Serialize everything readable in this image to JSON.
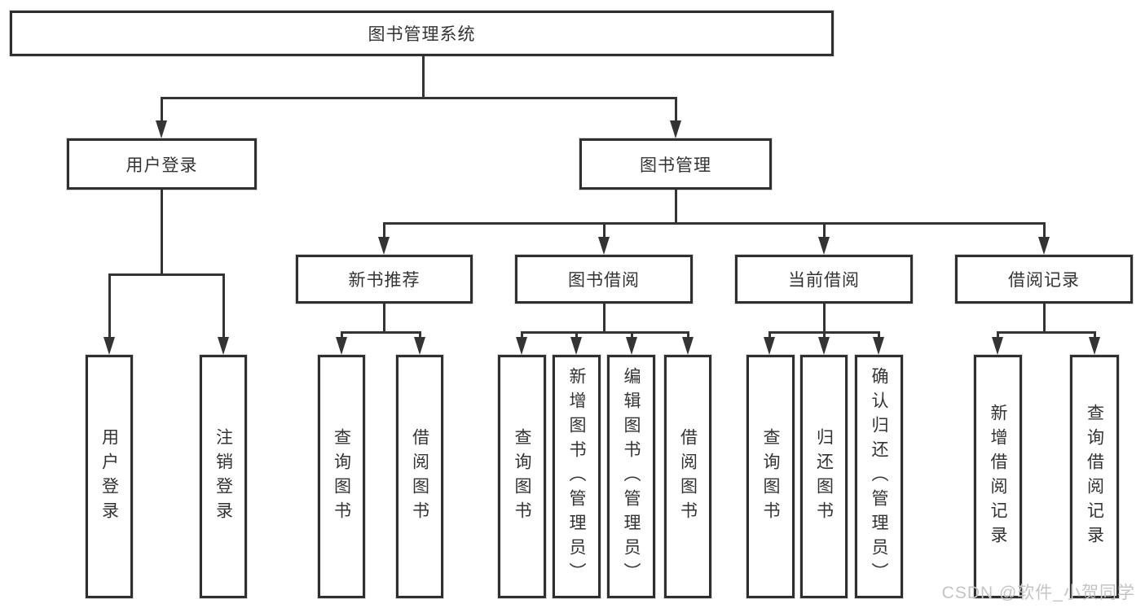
{
  "diagram": {
    "root": {
      "label": "图书管理系统"
    },
    "level2": [
      {
        "label": "用户登录"
      },
      {
        "label": "图书管理"
      }
    ],
    "level3": [
      {
        "label": "新书推荐"
      },
      {
        "label": "图书借阅"
      },
      {
        "label": "当前借阅"
      },
      {
        "label": "借阅记录"
      }
    ],
    "leaves": {
      "user_login": [
        {
          "label": "用户登录"
        },
        {
          "label": "注销登录"
        }
      ],
      "new_book": [
        {
          "label": "查询图书"
        },
        {
          "label": "借阅图书"
        }
      ],
      "book_borrow": [
        {
          "label": "查询图书"
        },
        {
          "label": "新增图书（管理员）"
        },
        {
          "label": "编辑图书（管理员）"
        },
        {
          "label": "借阅图书"
        }
      ],
      "current_borrow": [
        {
          "label": "查询图书"
        },
        {
          "label": "归还图书"
        },
        {
          "label": "确认归还（管理员）"
        }
      ],
      "borrow_records": [
        {
          "label": "新增借阅记录"
        },
        {
          "label": "查询借阅记录"
        }
      ]
    },
    "watermark": "CSDN @软件_小贺同学",
    "colors": {
      "line": "#343434",
      "box_border": "#2f2f2f",
      "text": "#333333",
      "background": "#ffffff",
      "watermark": "#c4c4c4"
    }
  }
}
